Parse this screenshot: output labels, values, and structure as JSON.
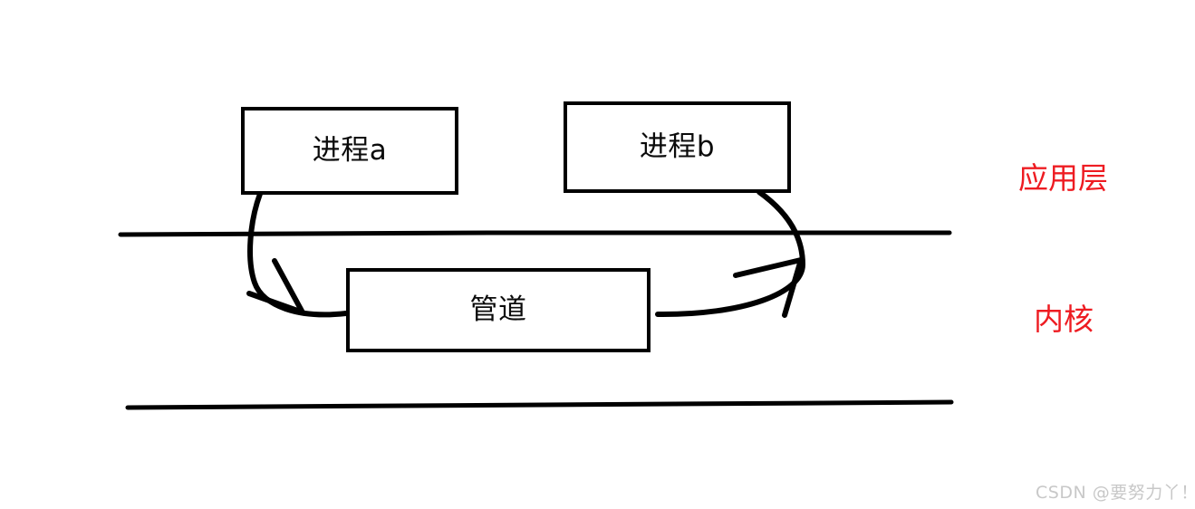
{
  "diagram": {
    "title": "pipe-ipc-diagram",
    "background_color": "#ffffff",
    "stroke_color": "#000000",
    "accent_color": "#ee1c22",
    "nodes": [
      {
        "id": "process_a",
        "label": "进程a",
        "shape": "rectangle"
      },
      {
        "id": "process_b",
        "label": "进程b",
        "shape": "rectangle"
      },
      {
        "id": "pipe",
        "label": "管道",
        "shape": "rectangle"
      }
    ],
    "layers": [
      {
        "id": "application",
        "label": "应用层",
        "color": "#ee1c22"
      },
      {
        "id": "kernel",
        "label": "内核",
        "color": "#ee1c22"
      }
    ],
    "separators": [
      {
        "id": "app-kernel-boundary",
        "orientation": "horizontal"
      },
      {
        "id": "kernel-bottom-boundary",
        "orientation": "horizontal"
      }
    ],
    "connectors": [
      {
        "id": "a-to-pipe",
        "from": "process_a",
        "to": "pipe",
        "style": "curved-arrow"
      },
      {
        "id": "pipe-to-b",
        "from": "pipe",
        "to": "process_b",
        "style": "curved-arrow"
      }
    ]
  },
  "watermark": {
    "text": "CSDN @要努力丫！"
  }
}
